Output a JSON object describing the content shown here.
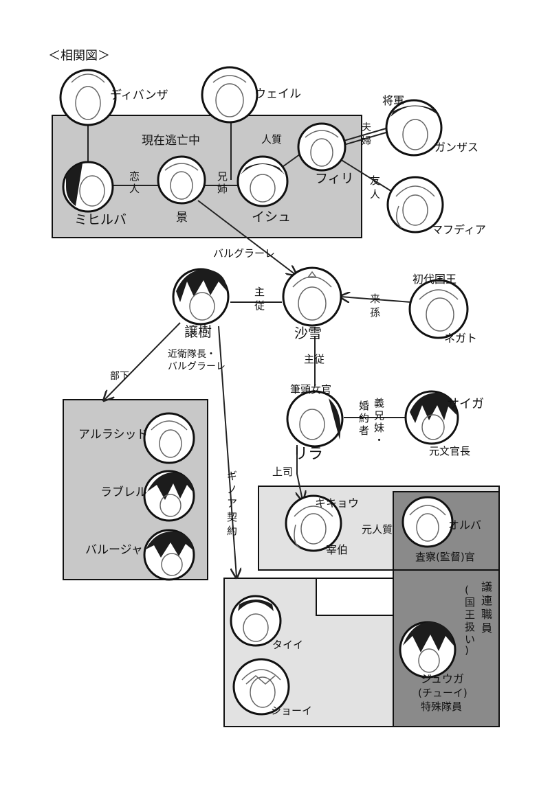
{
  "title": "＜相関図＞",
  "groups": {
    "fugitives": "現在逃亡中"
  },
  "characters": {
    "divanza": "ディバンザ",
    "weil": "ウェイル",
    "shogun_title": "将軍",
    "ganzasu": "ガンザス",
    "mihiruba": "ミヒルバ",
    "kei": "景",
    "ishu": "イシュ",
    "firi": "フィリ",
    "mafudia": "マフディア",
    "jouju": "譲樹",
    "sayuki": "沙雪",
    "shodai_title": "初代国王",
    "negato": "ネガト",
    "rira": "リラ",
    "saiga": "サイガ",
    "saiga_role": "元文官長",
    "arurashiddo": "アルラシッド",
    "rabureru": "ラブレル",
    "baruja": "バルージャ",
    "kikyou": "キキョウ",
    "kikyou_role": "宰伯",
    "oruba": "オルバ",
    "oruba_role": "査察(監督)官",
    "taii": "タイイ",
    "shooi": "ショーイ",
    "juuga": "ジュウガ",
    "juuga_alias": "(チューイ)",
    "juuga_role": "特殊隊員",
    "kanmon_role": "議連職員",
    "kanmon_note": "(国王扱い)"
  },
  "relations": {
    "lovers": [
      "恋",
      "人"
    ],
    "siblings": [
      "兄",
      "姉"
    ],
    "hostage": "人質",
    "spouses": [
      "夫",
      "婦"
    ],
    "friend": [
      "友",
      "人"
    ],
    "barugurare": "バルグラーレ",
    "master_servant": [
      "主",
      "従"
    ],
    "grandchild": [
      "来",
      "孫"
    ],
    "guard_captain": "近衛隊長・",
    "guard_barugurare": "バルグラーレ",
    "subordinates": "部下",
    "master_servant2": "主従",
    "chief_lady": "筆頭女官",
    "fiance": [
      "婚",
      "約",
      "者"
    ],
    "step_siblings": [
      "義",
      "兄",
      "妹",
      "・"
    ],
    "superior": "上司",
    "ginoa_contract": [
      "ギ",
      "ノ",
      "ア",
      "契",
      "約"
    ],
    "former_hostage": "元人質"
  }
}
